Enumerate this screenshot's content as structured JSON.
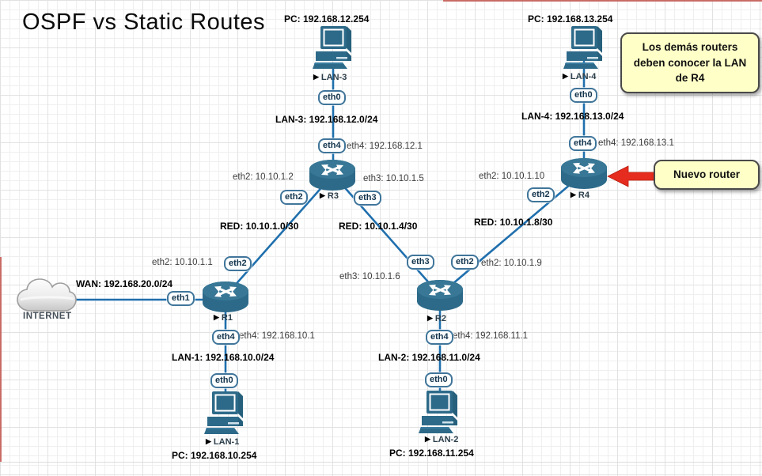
{
  "title": "OSPF vs Static Routes",
  "icons": {
    "device_marker": "▶"
  },
  "internet": {
    "label": "INTERNET"
  },
  "devices": {
    "r1": "R1",
    "r2": "R2",
    "r3": "R3",
    "r4": "R4",
    "lan1": "LAN-1",
    "lan2": "LAN-2",
    "lan3": "LAN-3",
    "lan4": "LAN-4"
  },
  "pc_labels": {
    "lan1": "PC: 192.168.10.254",
    "lan2": "PC: 192.168.11.254",
    "lan3": "PC: 192.168.12.254",
    "lan4": "PC: 192.168.13.254"
  },
  "network_labels": {
    "lan1": "LAN-1: 192.168.10.0/24",
    "lan2": "LAN-2: 192.168.11.0/24",
    "lan3": "LAN-3: 192.168.12.0/24",
    "lan4": "LAN-4: 192.168.13.0/24",
    "red1": "RED: 10.10.1.0/30",
    "red2": "RED: 10.10.1.4/30",
    "red3": "RED: 10.10.1.8/30",
    "wan": "WAN: 192.168.20.0/24"
  },
  "interface_labels": {
    "r1_eth2": "eth2: 10.10.1.1",
    "r1_eth4": "eth4: 192.168.10.1",
    "r2_eth2": "eth2: 10.10.1.9",
    "r2_eth3": "eth3: 10.10.1.6",
    "r2_eth4": "eth4: 192.168.11.1",
    "r3_eth2": "eth2: 10.10.1.2",
    "r3_eth3": "eth3: 10.10.1.5",
    "r3_eth4": "eth4: 192.168.12.1",
    "r4_eth2": "eth2: 10.10.1.10",
    "r4_eth4": "eth4: 192.168.13.1"
  },
  "port_badges": {
    "eth0": "eth0",
    "eth1": "eth1",
    "eth2": "eth2",
    "eth3": "eth3",
    "eth4": "eth4"
  },
  "notes": {
    "info": "Los demás routers deben conocer la LAN de R4",
    "new_router": "Nuevo router"
  },
  "colors": {
    "link": "#1f6fad",
    "device": "#2d6a89",
    "note_bg": "#ffffc8",
    "arrow_red": "#e52c1e"
  }
}
